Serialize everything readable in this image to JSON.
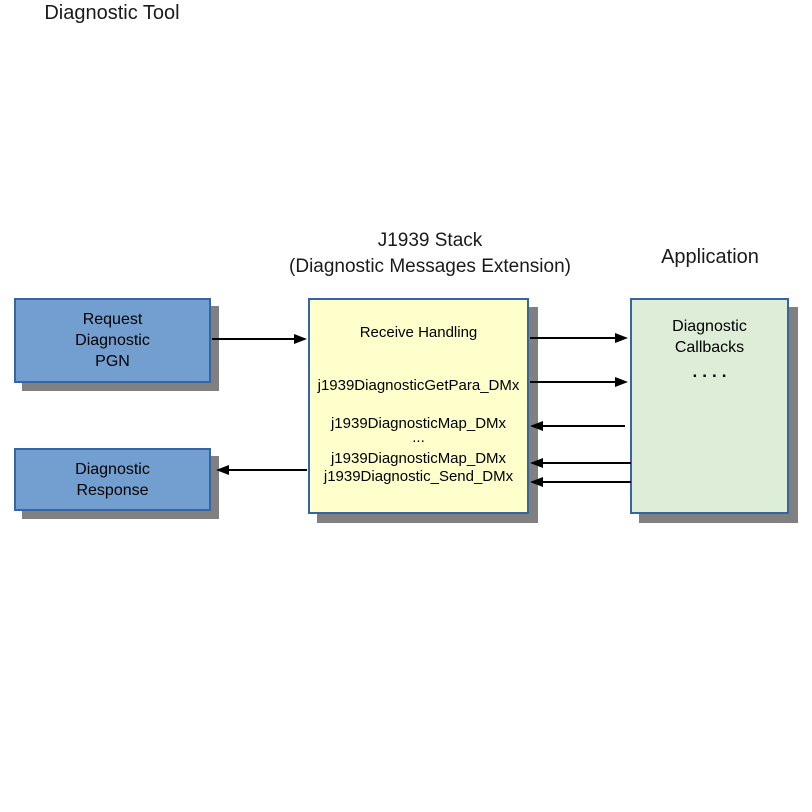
{
  "diagram": {
    "titles": {
      "left": "Diagnostic Tool",
      "center_line1": "J1939 Stack",
      "center_line2": "(Diagnostic Messages Extension)",
      "right": "Application"
    },
    "request_box": {
      "line1": "Request",
      "line2": "Diagnostic",
      "line3": "PGN"
    },
    "response_box": {
      "line1": "Diagnostic",
      "line2": "Response"
    },
    "stack_box": {
      "receive_handling": "Receive Handling",
      "fn_get_para": "j1939DiagnosticGetPara_DMx",
      "fn_map_1": "j1939DiagnosticMap_DMx",
      "ellipsis": "...",
      "fn_map_2": "j1939DiagnosticMap_DMx",
      "fn_send": "j1939Diagnostic_Send_DMx"
    },
    "application_box": {
      "line1": "Diagnostic",
      "line2": "Callbacks",
      "ellipsis": "...."
    },
    "colors": {
      "blue_fill": "#729FCF",
      "blue_border": "#3465A4",
      "yellow_fill": "#FFFFCC",
      "green_fill": "#DEEDD7",
      "box_border": "#3465A4",
      "shadow": "#808080",
      "arrow": "#000000",
      "text": "#000000"
    }
  }
}
